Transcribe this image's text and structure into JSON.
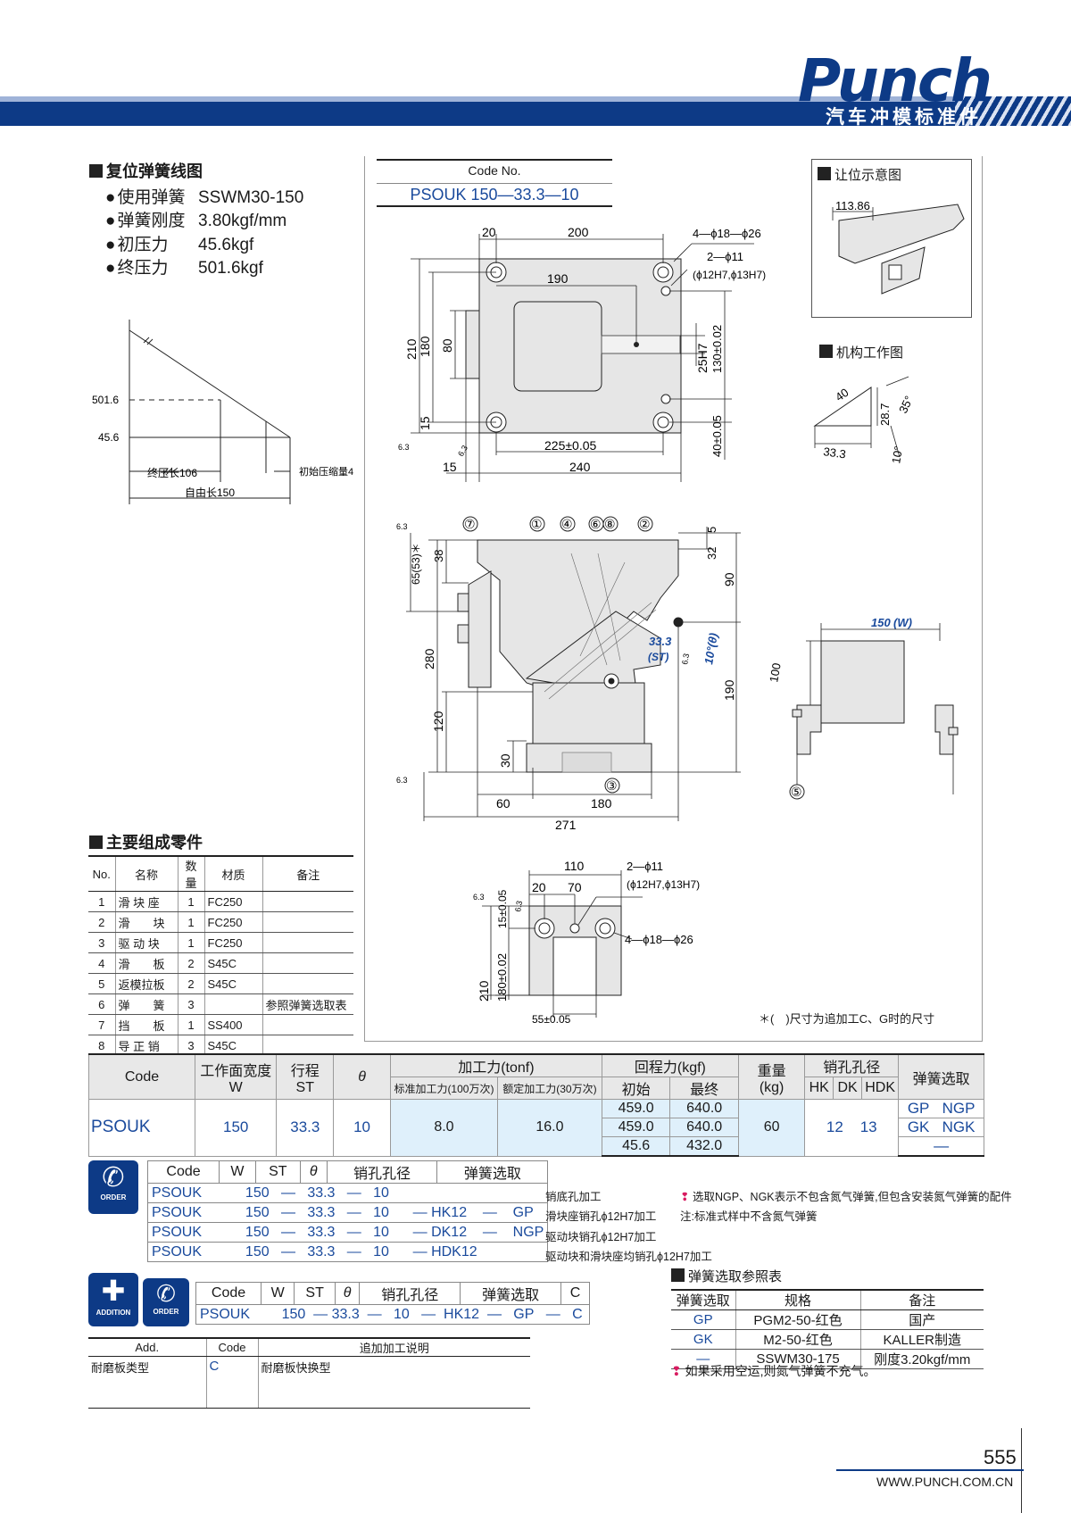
{
  "header": {
    "brand": "Punch",
    "subtitle": "汽车冲模标准件"
  },
  "spring": {
    "heading": "复位弹簧线图",
    "specs": [
      {
        "label": "使用弹簧",
        "value": "SSWM30-150"
      },
      {
        "label": "弹簧刚度",
        "value": "3.80kgf/mm"
      },
      {
        "label": "初压力",
        "value": "45.6kgf"
      },
      {
        "label": "终压力",
        "value": "501.6kgf"
      }
    ],
    "chart": {
      "y_high": "501.6",
      "y_low": "45.6",
      "final_len": "终压长106",
      "init_comp": "初始压缩量4",
      "free_len": "自由长150"
    }
  },
  "drawing": {
    "code_no_label": "Code No.",
    "code_no_value": "PSOUK 150—33.3—10",
    "top_view": {
      "d20": "20",
      "d200": "200",
      "holes1": "4—ϕ18—ϕ26",
      "holes2": "2—ϕ11",
      "holes2b": "(ϕ12H7,ϕ13H7)",
      "d190": "190",
      "d210": "210",
      "d180": "180",
      "d80": "80",
      "d15": "15",
      "d25h7": "25H7",
      "d130": "130±0.02",
      "d40": "40±0.05",
      "d225": "225±0.05",
      "d15b": "15",
      "d240": "240",
      "r63": "6.3"
    },
    "side_view": {
      "balloons": [
        "⑦",
        "①",
        "④",
        "⑥",
        "⑧",
        "②",
        "③"
      ],
      "d5": "5",
      "d32": "32",
      "d90": "90",
      "d38": "38",
      "d65": "65(53)＊",
      "d280": "280",
      "d120": "120",
      "d30": "30",
      "d190": "190",
      "d60": "60",
      "d180": "180",
      "d271": "271",
      "st_val": "33.3",
      "st_label": "(ST)",
      "theta": "10°(θ)",
      "r63": "6.3"
    },
    "bottom_view": {
      "d110": "110",
      "holes": "2—ϕ11",
      "holesb": "(ϕ12H7,ϕ13H7)",
      "d20": "20",
      "d70": "70",
      "d15": "15±0.05",
      "holes4": "4—ϕ18—ϕ26",
      "d210": "210",
      "d180": "180±0.02",
      "d55": "55±0.05",
      "r63": "6.3"
    },
    "note_size": "＊(　)尺寸为追加工C、G时的尺寸",
    "rangwei": {
      "title": "让位示意图",
      "value": "113.86"
    },
    "jigou": {
      "title": "机构工作图",
      "d40": "40",
      "d28": "28.7",
      "d35": "35°",
      "d33": "33.3",
      "d10": "10°"
    },
    "iso": {
      "w_label": "150",
      "w_tag": "(W)",
      "h100": "100",
      "balloon": "⑤"
    }
  },
  "parts": {
    "heading": "主要组成零件",
    "columns": [
      "No.",
      "名称",
      "数量",
      "材质",
      "备注"
    ],
    "rows": [
      [
        "1",
        "滑 块 座",
        "1",
        "FC250",
        ""
      ],
      [
        "2",
        "滑　　块",
        "1",
        "FC250",
        ""
      ],
      [
        "3",
        "驱 动 块",
        "1",
        "FC250",
        ""
      ],
      [
        "4",
        "滑　　板",
        "2",
        "S45C",
        ""
      ],
      [
        "5",
        "返模拉板",
        "2",
        "S45C",
        ""
      ],
      [
        "6",
        "弹　　簧",
        "3",
        "",
        "参照弹簧选取表"
      ],
      [
        "7",
        "挡　　板",
        "1",
        "SS400",
        ""
      ],
      [
        "8",
        "导 正 销",
        "3",
        "S45C",
        ""
      ]
    ]
  },
  "spec_table": {
    "h_code": "Code",
    "h_w": "工作面宽度",
    "h_w2": "W",
    "h_st": "行程",
    "h_st2": "ST",
    "h_theta": "θ",
    "h_force": "加工力(tonf)",
    "h_force1": "标准加工力(100万次)",
    "h_force2": "额定加工力(30万次)",
    "h_return": "回程力(kgf)",
    "h_init": "初始",
    "h_final": "最终",
    "h_weight": "重量",
    "h_weight2": "(kg)",
    "h_pin": "销孔孔径",
    "h_hk": "HK",
    "h_dk": "DK",
    "h_hdk": "HDK",
    "h_spring": "弹簧选取",
    "code": "PSOUK",
    "w": "150",
    "st": "33.3",
    "theta": "10",
    "f1": "8.0",
    "f2": "16.0",
    "returns": [
      [
        "459.0",
        "640.0"
      ],
      [
        "459.0",
        "640.0"
      ],
      [
        "45.6",
        "432.0"
      ]
    ],
    "weight": "60",
    "dk": "12",
    "hdk": "13",
    "springs": [
      [
        "GP",
        "NGP"
      ],
      [
        "GK",
        "NGK"
      ],
      [
        "—",
        ""
      ]
    ]
  },
  "order": {
    "icon_label": "ORDER",
    "columns": [
      "Code",
      "W",
      "ST",
      "θ",
      "销孔孔径",
      "弹簧选取"
    ],
    "rows": [
      [
        "PSOUK",
        "150",
        "—",
        "33.3",
        "—",
        "10",
        "",
        "",
        "",
        ""
      ],
      [
        "PSOUK",
        "150",
        "—",
        "33.3",
        "—",
        "10",
        "—",
        "HK12",
        "—",
        "GP"
      ],
      [
        "PSOUK",
        "150",
        "—",
        "33.3",
        "—",
        "10",
        "—",
        "DK12",
        "—",
        "NGP"
      ],
      [
        "PSOUK",
        "150",
        "—",
        "33.3",
        "—",
        "10",
        "—",
        "HDK12",
        "",
        ""
      ]
    ],
    "notes": [
      "销底孔加工",
      "滑块座销孔ϕ12H7加工",
      "驱动块销孔ϕ12H7加工",
      "驱动块和滑块座均销孔ϕ12H7加工"
    ],
    "warn1": "选取NGP、NGK表示不包含氮气弹簧,但包含安装氮气弹簧的配件",
    "warn2": "注:标准式样中不含氮气弹簧"
  },
  "addition": {
    "icon_add": "ADDITION",
    "icon_order": "ORDER",
    "columns": [
      "Code",
      "W",
      "ST",
      "θ",
      "销孔孔径",
      "弹簧选取",
      "C"
    ],
    "row": [
      "PSOUK",
      "150",
      "—",
      "33.3",
      "—",
      "10",
      "—",
      "HK12",
      "—",
      "GP",
      "—",
      "C"
    ],
    "add_columns": [
      "Add.",
      "Code",
      "追加加工说明"
    ],
    "add_row": [
      "耐磨板类型",
      "C",
      "耐磨板快换型"
    ]
  },
  "spring_ref": {
    "heading": "弹簧选取参照表",
    "columns": [
      "弹簧选取",
      "规格",
      "备注"
    ],
    "rows": [
      [
        "GP",
        "PGM2-50-红色",
        "国产"
      ],
      [
        "GK",
        "M2-50-红色",
        "KALLER制造"
      ],
      [
        "—",
        "SSWM30-175",
        "刚度3.20kgf/mm"
      ]
    ],
    "warn": "如果采用空运,则氮气弹簧不充气。"
  },
  "footer": {
    "page": "555",
    "url": "WWW.PUNCH.COM.CN"
  },
  "colors": {
    "brand_blue": "#0d3a86",
    "code_blue": "#1a4a9c",
    "highlight": "#dff0fb",
    "warn_red": "#d81b60"
  }
}
